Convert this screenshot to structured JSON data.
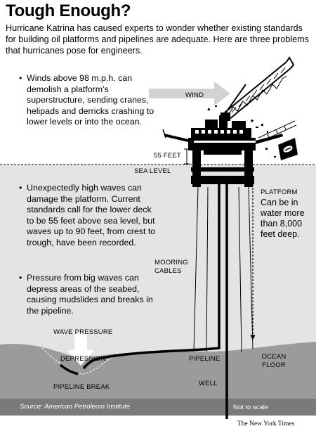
{
  "title": "Tough Enough?",
  "intro": "Hurricane Katrina has caused experts to wonder whether existing standards for building oil platforms and pipelines are adequate. Here are three problems that hurricanes pose for engineers.",
  "bullets": [
    "Winds above 98 m.p.h. can demolish a platform’s superstructure, sending cranes, helipads and derricks crashing to lower levels or into the ocean.",
    "Unexpectedly high waves can damage the platform. Current standards call for the lower deck to be 55 feet above sea level, but waves up to 90 feet, from crest to trough, have been recorded.",
    "Pressure from big waves can depress areas of the seabed, causing mudslides and breaks in the pipeline."
  ],
  "bullet_char": "•",
  "labels": {
    "wind": "WIND",
    "fifty_five_feet": "55 FEET",
    "sea_level": "SEA LEVEL",
    "platform_label": "PLATFORM",
    "platform_desc": "Can be in water more than 8,000 feet deep.",
    "mooring_cables": "MOORING CABLES",
    "wave_pressure": "WAVE PRESSURE",
    "depression": "DEPRESSION",
    "pipeline": "PIPELINE",
    "ocean_floor": "OCEAN FLOOR",
    "well": "WELL",
    "pipeline_break": "PIPELINE BREAK"
  },
  "footer": {
    "source": "Source: American Petroleum Institute",
    "scale": "Not to scale",
    "credit": "The New York Times"
  },
  "colors": {
    "sky": "#ffffff",
    "water": "#e4e4e4",
    "seabed": "#9b9b9b",
    "footer_band": "#7a7a7a",
    "arrow": "#d2d2d2",
    "ink": "#000000"
  }
}
